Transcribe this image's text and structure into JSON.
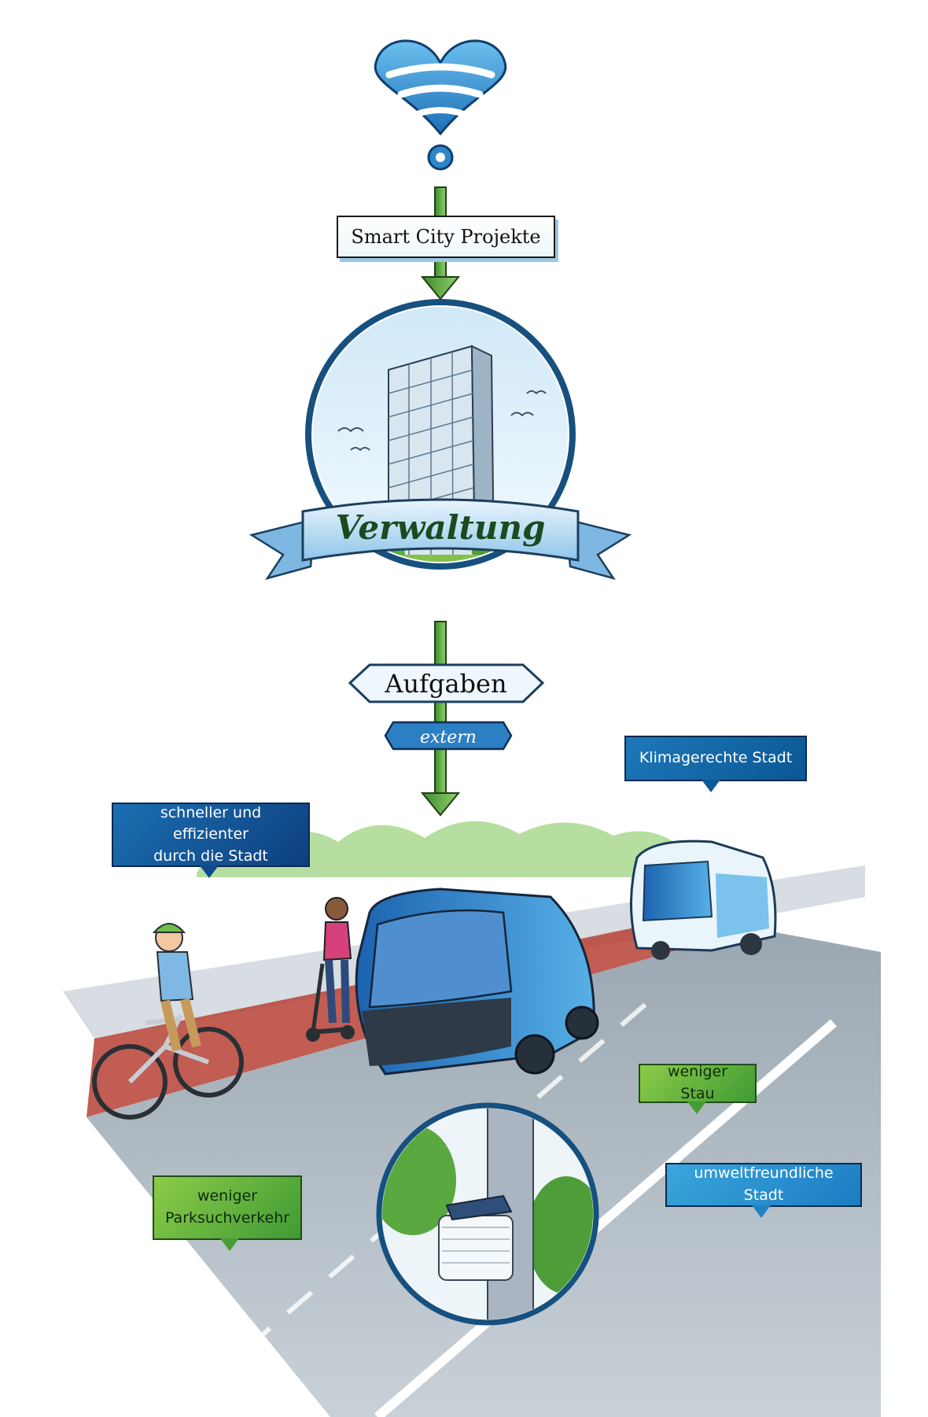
{
  "title_sign": "Smart City Projekte",
  "banner": "Verwaltung",
  "tasks_sign": "Aufgaben",
  "sub_sign": "extern",
  "callouts": {
    "klima": "Klimagerechte Stadt",
    "schneller_line1": "schneller und effizienter",
    "schneller_line2": "durch die Stadt",
    "stau": "weniger Stau",
    "umwelt": "umweltfreundliche Stadt",
    "park_line1": "weniger",
    "park_line2": "Parksuchverkehr"
  },
  "colors": {
    "primary_blue": "#1b6fb3",
    "dark_blue": "#0d3f7d",
    "light_blue": "#3aa6dd",
    "green": "#5fae3a",
    "road": "#8a9aa6",
    "bike_lane": "#b8473a"
  },
  "icons": [
    "heart-wifi-icon",
    "building-icon",
    "bus-icon",
    "shuttle-icon",
    "bicycle-icon",
    "scooter-icon",
    "sensor-icon"
  ]
}
